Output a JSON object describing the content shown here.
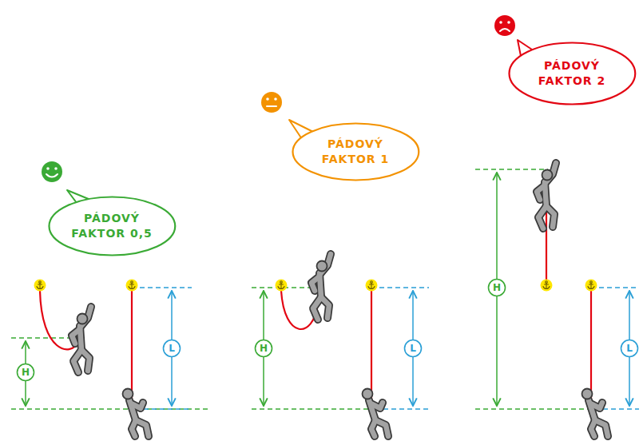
{
  "diagram": {
    "nodes": [
      {
        "text": [
          "PÁDOVÝ FAKTOR 0,5"
        ]
      },
      {
        "text": [
          "H"
        ]
      },
      {
        "text": [
          "L"
        ]
      },
      {
        "text": [
          "PÁDOVÝ FAKTOR 1"
        ]
      },
      {
        "text": [
          "H"
        ]
      },
      {
        "text": [
          "L"
        ]
      },
      {
        "text": [
          "PÁDOVÝ FAKTOR 2"
        ]
      },
      {
        "text": [
          "H"
        ]
      },
      {
        "text": [
          "L"
        ]
      }
    ]
  }
}
